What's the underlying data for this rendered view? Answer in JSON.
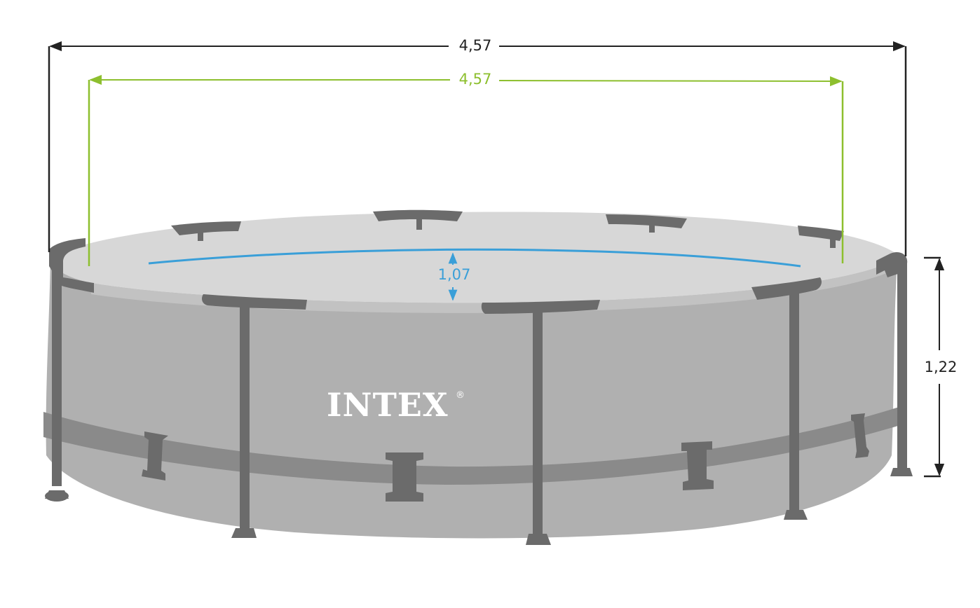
{
  "dimensions": {
    "outer_diameter": {
      "label": "4,57",
      "color": "#222222"
    },
    "inner_diameter": {
      "label": "4,57",
      "color": "#8dbf2e"
    },
    "water_depth": {
      "label": "1,07",
      "color": "#3a9fd8"
    },
    "wall_height": {
      "label": "1,22",
      "color": "#222222"
    }
  },
  "brand": {
    "name": "INTEX",
    "registered_mark": "®"
  },
  "colors": {
    "frame": "#6b6b6b",
    "pool_wall": "#b0b0b0",
    "pool_top": "#d7d7d7",
    "belt": "#8a8a8a",
    "brand_text": "#ffffff"
  }
}
